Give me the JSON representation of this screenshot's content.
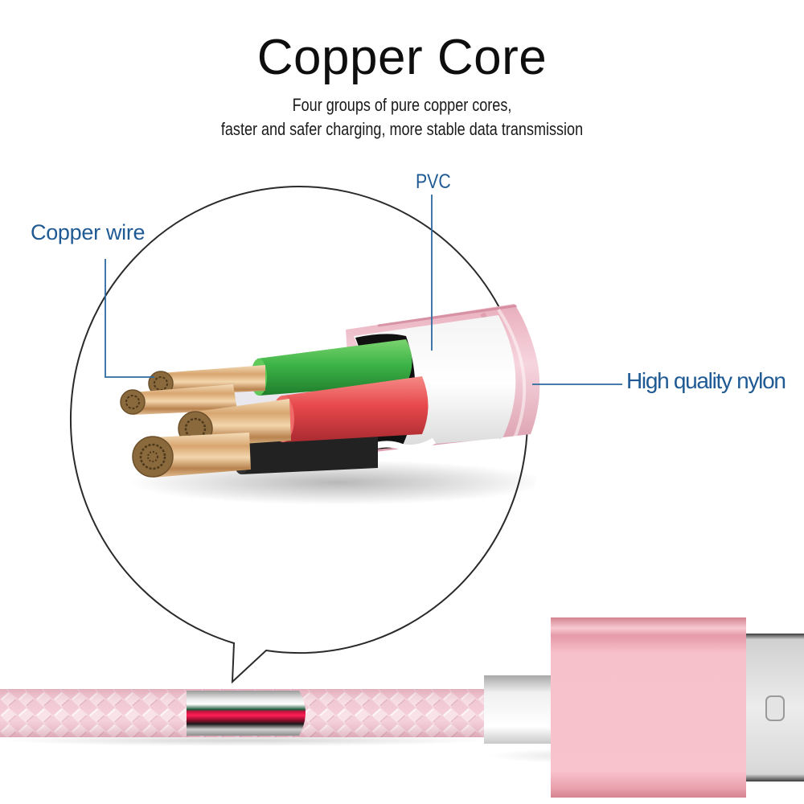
{
  "header": {
    "title": "Copper Core",
    "subtitle_line1": "Four groups of pure copper cores,",
    "subtitle_line2": "faster and safer charging, more stable data transmission"
  },
  "callouts": {
    "copper_wire": "Copper wire",
    "pvc": "PVC",
    "nylon": "High quality nylon"
  },
  "colors": {
    "label_blue": "#1f5a94",
    "nylon_pink": "#f2c3cf",
    "connector_pink": "#f7c2cc",
    "wire_green": "#3fb74a",
    "wire_red": "#e6494d",
    "copper": "#c9955e"
  },
  "illustration": {
    "magnifier": "speech-bubble circle showing cable cross-section",
    "cable": "braided nylon USB cable with cutaway window",
    "connector": "rose-pink USB-A connector"
  }
}
